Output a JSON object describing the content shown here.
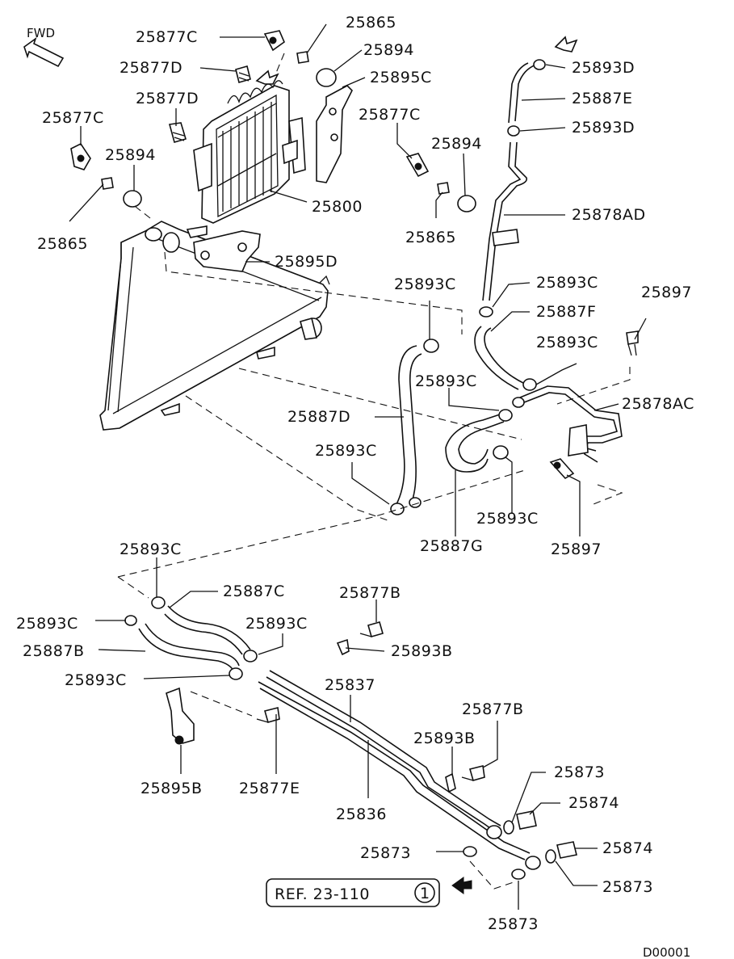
{
  "fwd_label": "FWD",
  "ref": {
    "text": "REF. 23-110",
    "circled": "1"
  },
  "diagram_code": "D00001",
  "callouts": {
    "c1": "25877C",
    "c2": "25877D",
    "c3": "25877D",
    "c4": "25877C",
    "c5": "25865",
    "c6": "25894",
    "c7": "25895C",
    "c8": "25877C",
    "c9": "25894",
    "c10": "25800",
    "c11": "25894",
    "c12": "25865",
    "c13": "25865",
    "c14": "25895D",
    "c15": "25893D",
    "c16": "25887E",
    "c17": "25893D",
    "c18": "25878AD",
    "c19": "25893C",
    "c20": "25893C",
    "c21": "25897",
    "c22": "25887F",
    "c23": "25893C",
    "c24": "25893C",
    "c25": "25878AC",
    "c26": "25887D",
    "c27": "25893C",
    "c28": "25893C",
    "c29": "25887G",
    "c30": "25897",
    "c31": "25893C",
    "c32": "25887C",
    "c33": "25877B",
    "c34": "25893C",
    "c35": "25893C",
    "c36": "25893B",
    "c37": "25887B",
    "c38": "25893C",
    "c39": "25837",
    "c40": "25877B",
    "c41": "25893B",
    "c42": "25895B",
    "c43": "25877E",
    "c44": "25873",
    "c45": "25874",
    "c46": "25836",
    "c47": "25873",
    "c48": "25874",
    "c49": "25873",
    "c50": "25873"
  }
}
